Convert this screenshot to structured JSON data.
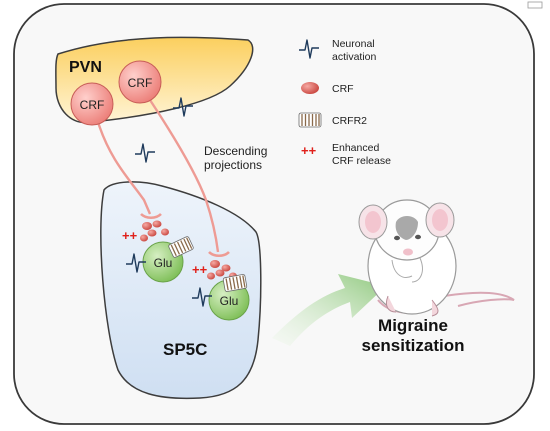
{
  "regions": {
    "pvn": "PVN",
    "sp5c": "SP5C"
  },
  "neurons": {
    "crf_left": "CRF",
    "crf_right": "CRF",
    "glu_upper": "Glu",
    "glu_lower": "Glu"
  },
  "annotations": {
    "descending_line1": "Descending",
    "descending_line2": "projections",
    "enhanced_marker_upper": "++",
    "enhanced_marker_lower": "++",
    "outcome_line1": "Migraine",
    "outcome_line2": "sensitization"
  },
  "legend": {
    "activation_line1": "Neuronal",
    "activation_line2": "activation",
    "crf": "CRF",
    "crfr2": "CRFR2",
    "enhanced_symbol": "++",
    "enhanced_line1": "Enhanced",
    "enhanced_line2": "CRF release"
  },
  "colors": {
    "pvn_fill_top": "#fbd87a",
    "pvn_fill_bottom": "#fff3cf",
    "sp5c_fill": "#dce8f6",
    "crf_neuron": "#f08c87",
    "axon": "#ef9a93",
    "glu_neuron": "#9fd17c",
    "vesicle": "#d65b55",
    "enhanced_red": "#e0201a",
    "arrow_green": "#9ccf8e"
  }
}
